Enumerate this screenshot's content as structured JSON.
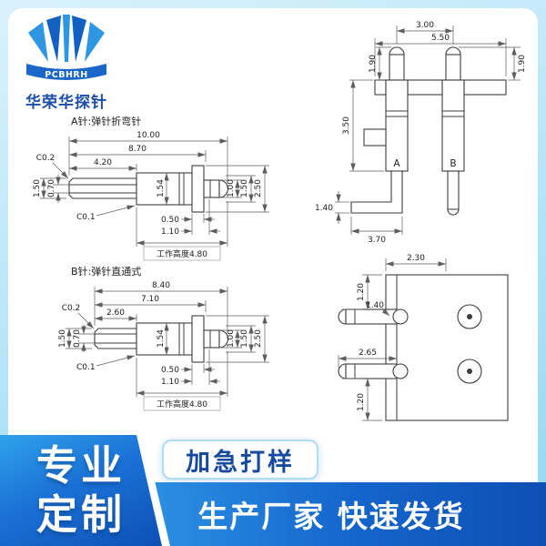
{
  "logo": {
    "brand": "PCBHRH",
    "company": "华荣华探针"
  },
  "pin_a": {
    "title": "A针:弹针折弯针",
    "total_length": "10.00",
    "body_length": "8.70",
    "tail_length": "4.20",
    "tail_chamfer": "C0.2",
    "tail_od": "1.50",
    "tail_id": "0.70",
    "barrel_od": "1.54",
    "barrel_chamfer": "C0.1",
    "flange_thickness": "0.50",
    "head_length": "1.10",
    "plunger_od": "1.00",
    "head_od": "1.50",
    "flange_od": "2.50",
    "working_height": "工作高度4.80"
  },
  "pin_b": {
    "title": "B针:弹针直通式",
    "total_length": "8.40",
    "body_length": "7.10",
    "tail_length": "2.60",
    "tail_chamfer": "C0.2",
    "tail_od": "1.50",
    "tail_id": "0.70",
    "barrel_od": "1.54",
    "barrel_chamfer": "C0.1",
    "flange_thickness": "0.50",
    "head_length": "1.10",
    "plunger_od": "1.00",
    "head_od": "1.50",
    "flange_od": "2.50",
    "working_height": "工作高度4.80"
  },
  "assembly": {
    "pitch": "3.00",
    "overall_width": "5.50",
    "tip_height_left": "1.90",
    "tip_height_right": "1.90",
    "body_height": "3.50",
    "leg_drop": "1.40",
    "leg_reach": "3.70",
    "label_a": "A",
    "label_b": "B"
  },
  "plate": {
    "top_width": "2.30",
    "top_margin": "1.20",
    "hole_offset": "1.40",
    "pin_length": "2.65",
    "bottom_margin": "1.20"
  },
  "banner": {
    "left_line1": "专业",
    "left_line2": "定制",
    "tag": "加急打样",
    "headline": "生产厂家 快速发货"
  }
}
